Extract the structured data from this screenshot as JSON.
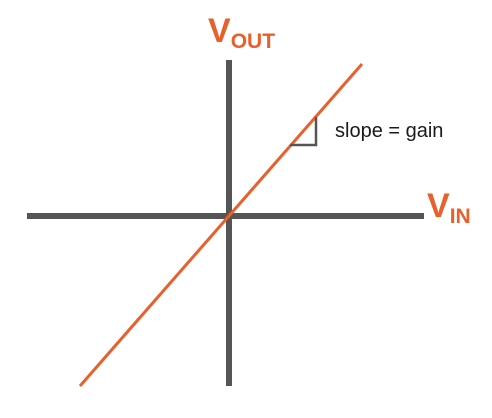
{
  "vertical_axis": {
    "label_main": "V",
    "label_sub": "OUT"
  },
  "horizontal_axis": {
    "label_main": "V",
    "label_sub": "IN"
  },
  "annotation": {
    "text": "slope = gain"
  },
  "colors": {
    "axis": "#555555",
    "line": "#e8602c",
    "label": "#e8602c",
    "slope_triangle": "#555555"
  },
  "icons": {
    "slope_marker": "right-triangle-icon"
  }
}
